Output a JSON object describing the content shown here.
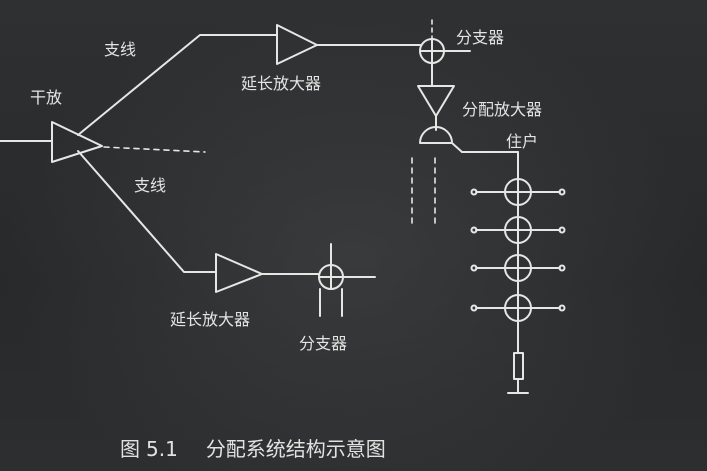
{
  "labels": {
    "trunk_amp": "干放",
    "branch_line_upper": "支线",
    "branch_line_lower": "支线",
    "extender_amp_upper": "延长放大器",
    "extender_amp_lower": "延长放大器",
    "tap_upper": "分支器",
    "tap_lower": "分支器",
    "distribution_amp": "分配放大器",
    "subscriber": "住户"
  },
  "caption": {
    "figure_label": "图",
    "figure_number": "5.1",
    "title": "分配系统结构示意图"
  },
  "colors": {
    "line": "#e6e6e4",
    "background": "#2b2d2f"
  }
}
